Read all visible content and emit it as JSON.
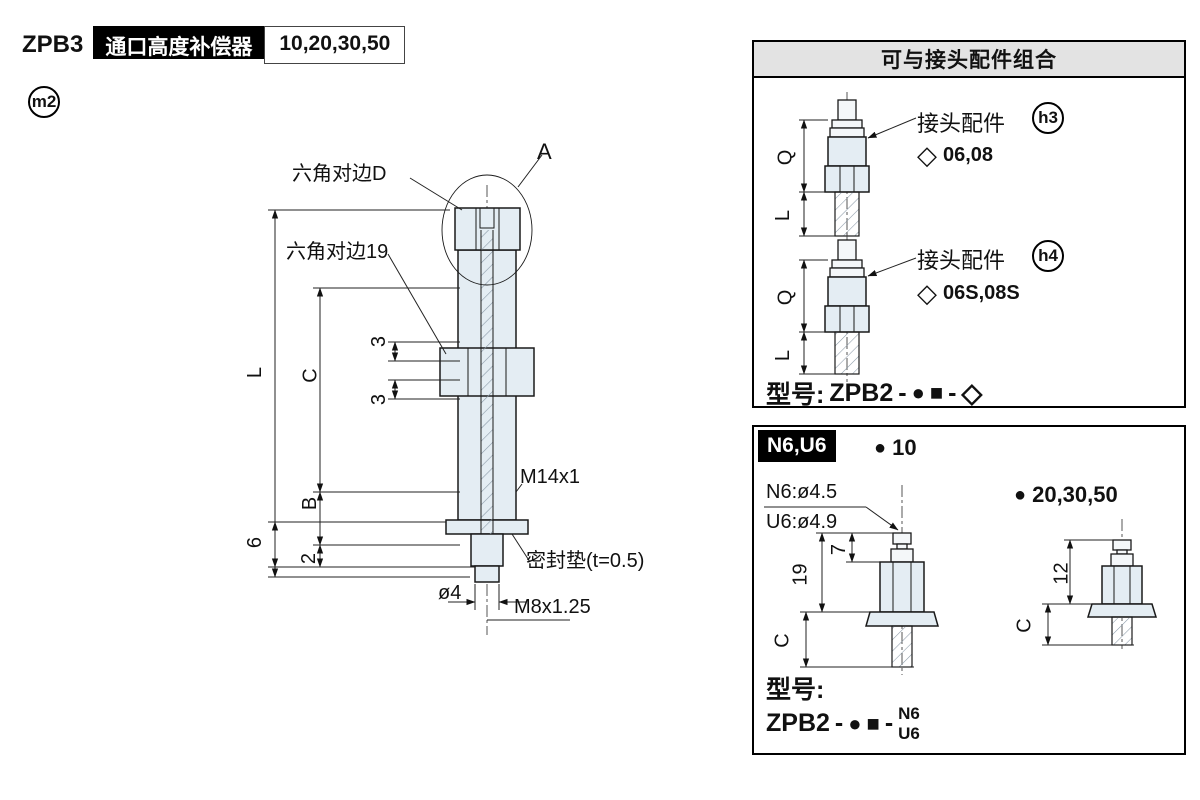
{
  "header": {
    "model": "ZPB3",
    "title": "通口高度补偿器",
    "sizes": "10,20,30,50",
    "badge": "m2"
  },
  "drawing": {
    "hex_d": "六角对边D",
    "detail_a": "A",
    "hex_19": "六角对边19",
    "dim_l": "L",
    "dim_c": "C",
    "dim_3a": "3",
    "dim_3b": "3",
    "dim_b": "B",
    "dim_6": "6",
    "dim_2": "2",
    "thread_m14": "M14x1",
    "seal": "密封垫(t=0.5)",
    "dia4": "ø4",
    "thread_m8": "M8x1.25"
  },
  "fittings_panel": {
    "title": "可与接头配件组合",
    "items": [
      {
        "label": "接头配件",
        "badge": "h3",
        "diamond": "◇",
        "options": "06,08",
        "dim_q": "Q",
        "dim_l": "L"
      },
      {
        "label": "接头配件",
        "badge": "h4",
        "diamond": "◇",
        "options": "06S,08S",
        "dim_q": "Q",
        "dim_l": "L"
      }
    ],
    "model": {
      "prefix": "型号:",
      "code": "ZPB2",
      "dash1": "-",
      "circle": "●",
      "square": "■",
      "dash2": "-",
      "diamond": "◇"
    }
  },
  "n6u6_panel": {
    "tag": "N6,U6",
    "marker10": {
      "dot": "●",
      "label": "10"
    },
    "marker20": {
      "dot": "●",
      "label": "20,30,50"
    },
    "n6_dia": "N6:ø4.5",
    "u6_dia": "U6:ø4.9",
    "left_dims": {
      "d7": "7",
      "d19": "19",
      "c": "C"
    },
    "right_dims": {
      "d12": "12",
      "c": "C"
    },
    "model": {
      "prefix": "型号:",
      "code": "ZPB2",
      "dash1": "-",
      "circle": "●",
      "square": "■",
      "dash2": "-",
      "n6": "N6",
      "u6": "U6"
    }
  }
}
